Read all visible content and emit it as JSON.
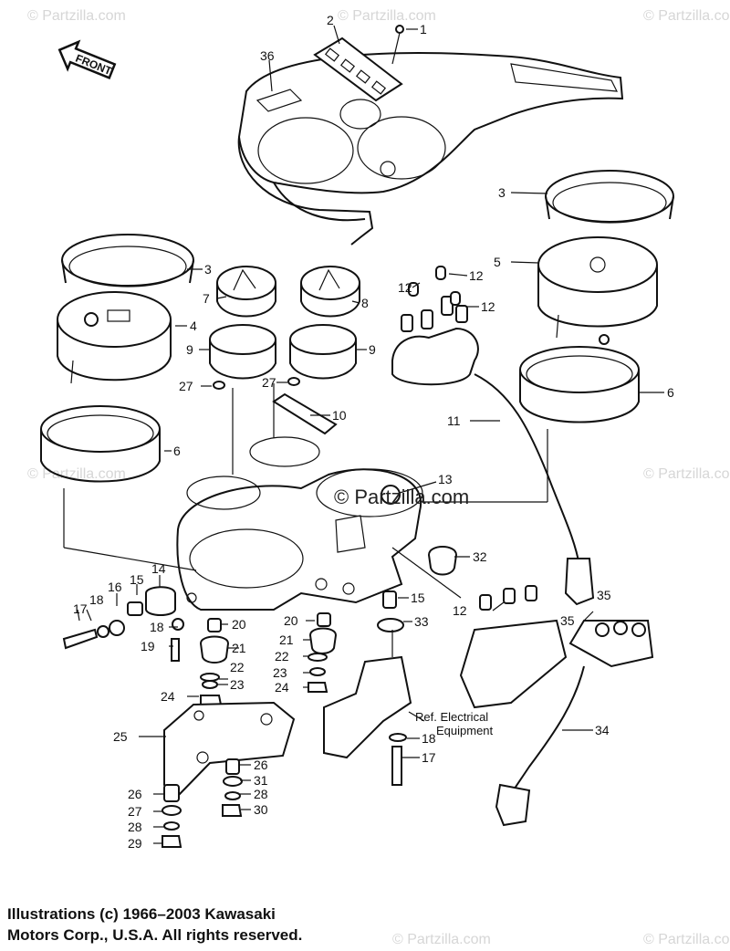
{
  "front_label": "FRONT",
  "watermarks": {
    "brand": "© Partzilla.com",
    "center": "© Partzilla.com"
  },
  "ref_note": {
    "line1": "Ref. Electrical",
    "line2": "Equipment"
  },
  "callouts": [
    "1",
    "2",
    "36",
    "3",
    "3",
    "5",
    "12",
    "12",
    "12",
    "7",
    "8",
    "4",
    "9",
    "9",
    "27",
    "27",
    "6",
    "6",
    "10",
    "11",
    "13",
    "32",
    "14",
    "15",
    "16",
    "17",
    "18",
    "15",
    "12",
    "35",
    "35",
    "20",
    "20",
    "33",
    "18",
    "19",
    "21",
    "21",
    "22",
    "22",
    "23",
    "23",
    "24",
    "24",
    "25",
    "34",
    "18",
    "17",
    "26",
    "26",
    "31",
    "27",
    "28",
    "28",
    "30",
    "29"
  ],
  "copyright": {
    "line1": "Illustrations (c) 1966–2003 Kawasaki",
    "line2": "Motors Corp., U.S.A.  All rights reserved."
  }
}
